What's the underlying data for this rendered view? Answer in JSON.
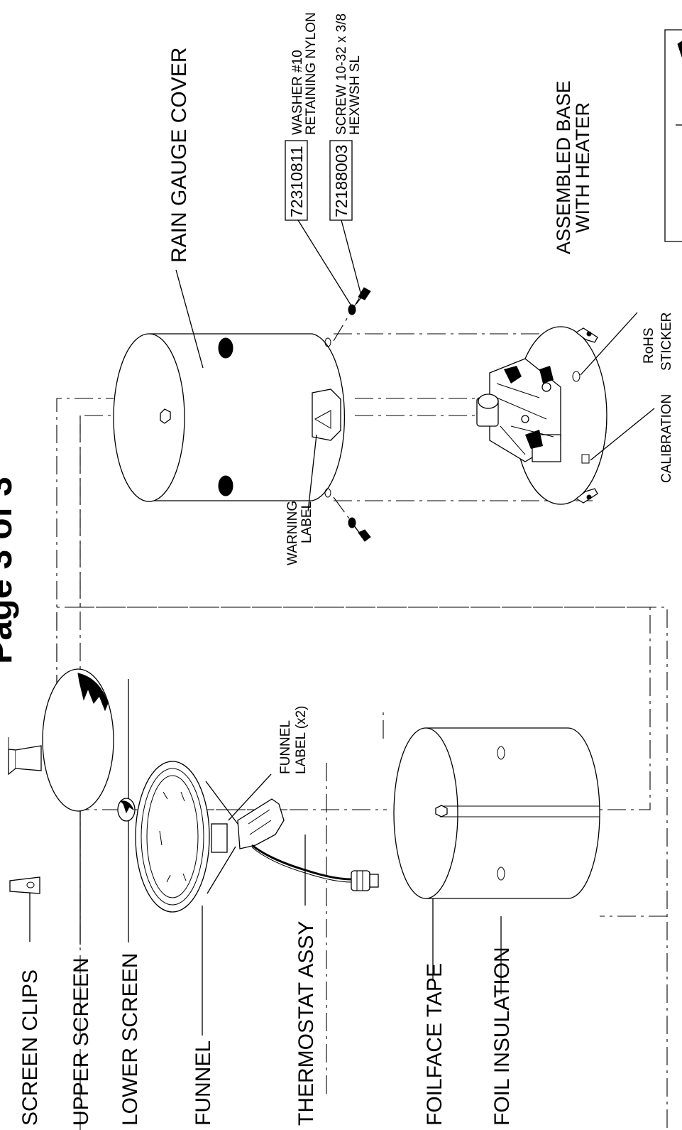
{
  "page": {
    "title": "Page 3 of 3"
  },
  "labels": {
    "screen_clips": "SCREEN CLIPS",
    "upper_screen": "UPPER SCREEN",
    "lower_screen": "LOWER SCREEN",
    "funnel": "FUNNEL",
    "thermostat_assy": "THERMOSTAT ASSY",
    "foilface_tape": "FOILFACE TAPE",
    "foil_insulation": "FOIL INSULATION",
    "funnel_label_line1": "FUNNEL",
    "funnel_label_line2": "LABEL (x2)",
    "rain_gauge_cover": "RAIN GAUGE COVER",
    "warning_label_line1": "WARNING",
    "warning_label_line2": "LABEL",
    "assembled_base_line1": "ASSEMBLED BASE",
    "assembled_base_line2": "WITH HEATER",
    "calibration": "CALIBRATION",
    "rohs_line1": "RoHS",
    "rohs_line2": "STICKER"
  },
  "hardware": [
    {
      "part_number": "72310811",
      "desc_line1": "WASHER #10",
      "desc_line2": "RETAINING NYLON"
    },
    {
      "part_number": "72188003",
      "desc_line1": "SCREW 10-32 x 3/8",
      "desc_line2": "HEXWSH SL"
    }
  ]
}
